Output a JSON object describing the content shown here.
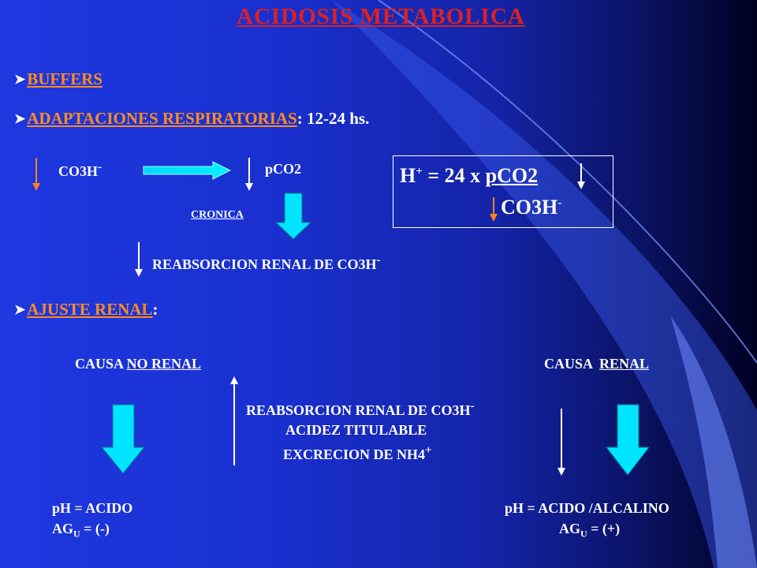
{
  "title": "ACIDOSIS METABOLICA",
  "bullets": {
    "buffers": "BUFFERS",
    "resp_label": "ADAPTACIONES RESPIRATORIAS",
    "resp_suffix": ": 12-24 hs.",
    "renal_label": "AJUSTE RENAL",
    "renal_suffix": ":"
  },
  "resp": {
    "co3h": "CO3H",
    "co3h_sup": "-",
    "pco2": "pCO2",
    "cronica": "CRONICA",
    "reabsorcion": "REABSORCION RENAL DE CO3H",
    "reabsorcion_sup": "-"
  },
  "formula": {
    "h": "H",
    "h_sup": "+",
    "eq": " = 24 x ",
    "pco2": "pCO2",
    "co3h": "CO3H",
    "co3h_sup": "-"
  },
  "renal": {
    "causa_no_renal_prefix": "CAUSA ",
    "causa_no_renal_u": "NO RENAL",
    "causa_renal_prefix": "CAUSA  ",
    "causa_renal_u": "RENAL",
    "reabsorcion": "REABSORCION RENAL DE CO3H",
    "reabsorcion_sup": "-",
    "acidez": "ACIDEZ TITULABLE",
    "excrecion": "EXCRECION DE NH4",
    "excrecion_sup": "+",
    "left_ph": "pH = ACIDO",
    "left_ag_prefix": "AG",
    "left_ag_sub": "U",
    "left_ag_value": " = (-)",
    "right_ph": "pH = ACIDO /ALCALINO",
    "right_ag_prefix": "AG",
    "right_ag_sub": "U",
    "right_ag_value": " = (+)"
  },
  "colors": {
    "title": "#e02020",
    "header": "#ff8c20",
    "text": "#ffffff",
    "orange_arrow": "#ff8020",
    "cyan_arrow": "#00e5ff",
    "white_arrow": "#ffffff"
  }
}
